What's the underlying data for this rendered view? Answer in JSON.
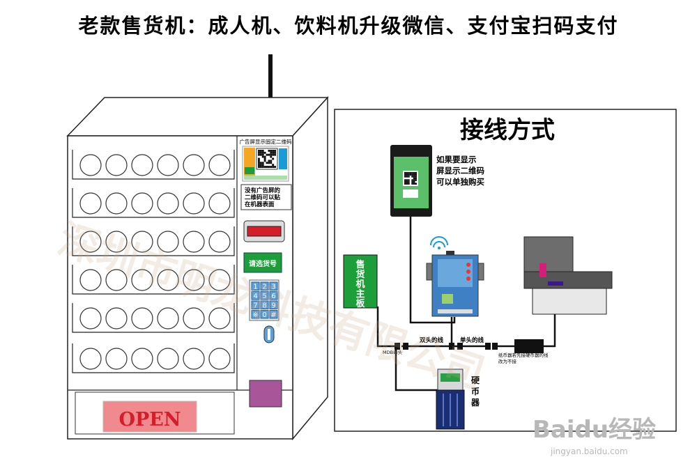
{
  "header": {
    "title": "老款售货机：成人机、饮料机升级微信、支付宝扫码支付"
  },
  "machine": {
    "ad_screen_label": "广告屏显示固定二维码",
    "qr_note": "没有广告屏的二维码可以贴在机器表面",
    "select_label": "请选货号",
    "keypad_keys": [
      "1",
      "2",
      "3",
      "4",
      "5",
      "6",
      "7",
      "8",
      "9",
      "※",
      "0",
      "#"
    ],
    "open_label": "OPEN"
  },
  "wiring": {
    "title": "接线方式",
    "screen_note": [
      "如果要显示",
      "屏显示二维码",
      "可以单独购买"
    ],
    "mainboard_label": [
      "售",
      "货",
      "机",
      "主",
      "板"
    ],
    "mdb_female_label": "MDB母头",
    "double_cable_label": "双头的线",
    "single_cable_label": "单头的线",
    "bill_note": [
      "纸币器若先接硬币器的线",
      "改为不接"
    ],
    "coin_label": [
      "硬",
      "币",
      "器"
    ]
  },
  "watermark": {
    "company_text": "深圳市明龙科技有限公司",
    "brand_text": "Baidu经验",
    "url_text": "jingyan.baidu.com"
  },
  "colors": {
    "green": "#1e9e3a",
    "red": "#d41f2a",
    "pink_panel": "#f08a8e",
    "magenta": "#a8559a",
    "blue_keypad": "#5aa0dc",
    "coin_blue": "#1c2e73"
  }
}
